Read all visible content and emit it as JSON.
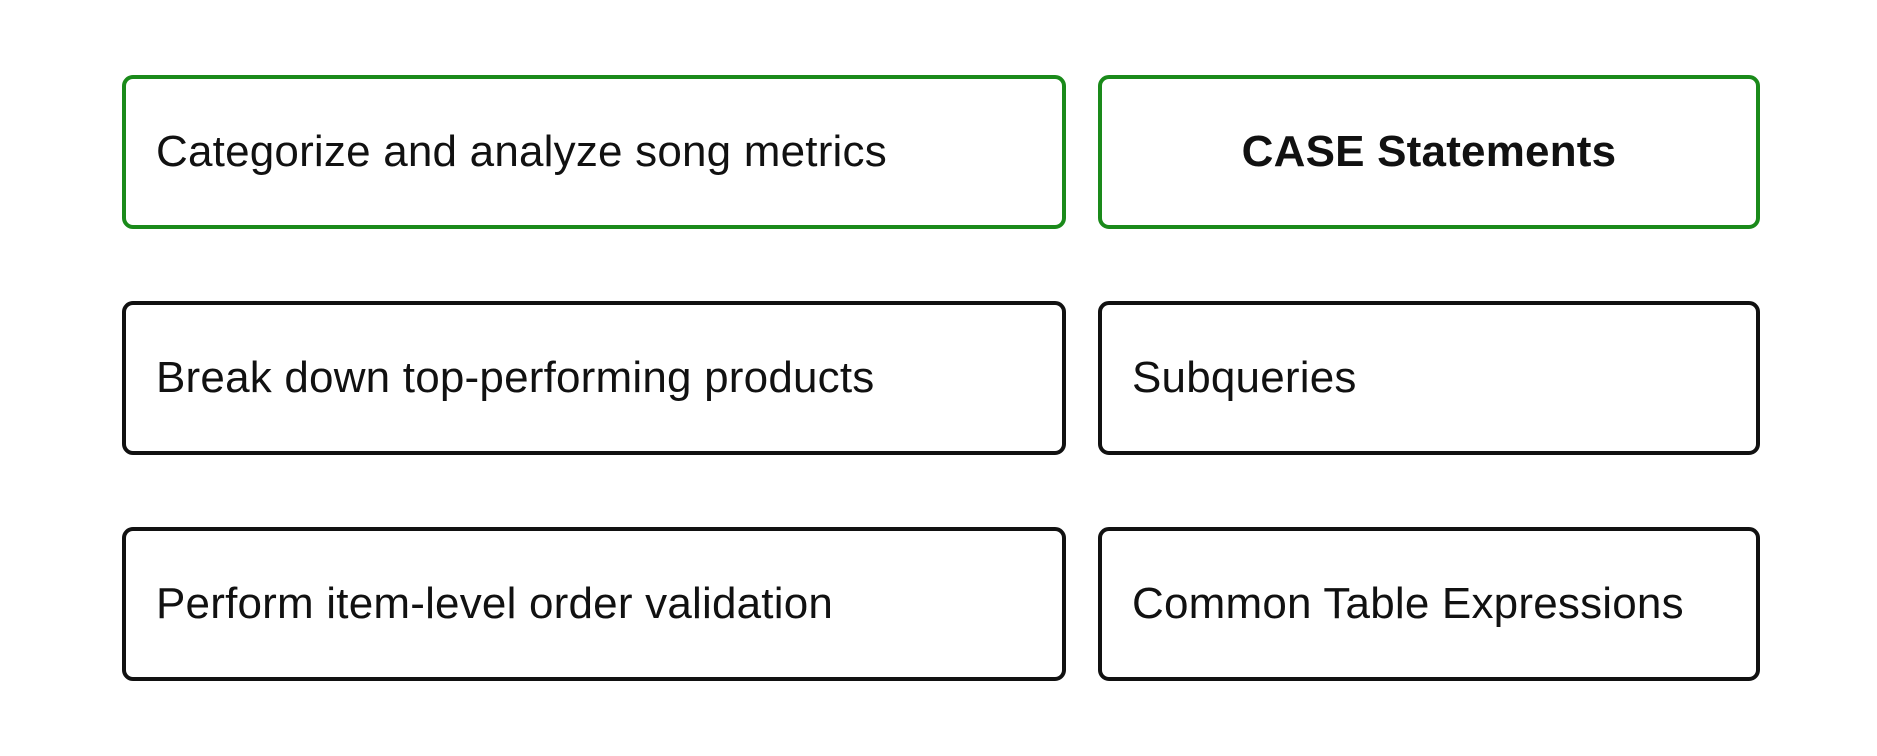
{
  "colors": {
    "matched_border": "#1a8a1a",
    "default_border": "#111111",
    "text": "#111111",
    "background": "#ffffff"
  },
  "left_items": [
    {
      "label": "Categorize and analyze song metrics",
      "state": "matched"
    },
    {
      "label": "Break down top-performing products",
      "state": "default"
    },
    {
      "label": "Perform item-level order validation",
      "state": "default"
    }
  ],
  "right_items": [
    {
      "label": "CASE Statements",
      "state": "matched-selected"
    },
    {
      "label": "Subqueries",
      "state": "default"
    },
    {
      "label": "Common Table Expressions",
      "state": "default"
    }
  ]
}
